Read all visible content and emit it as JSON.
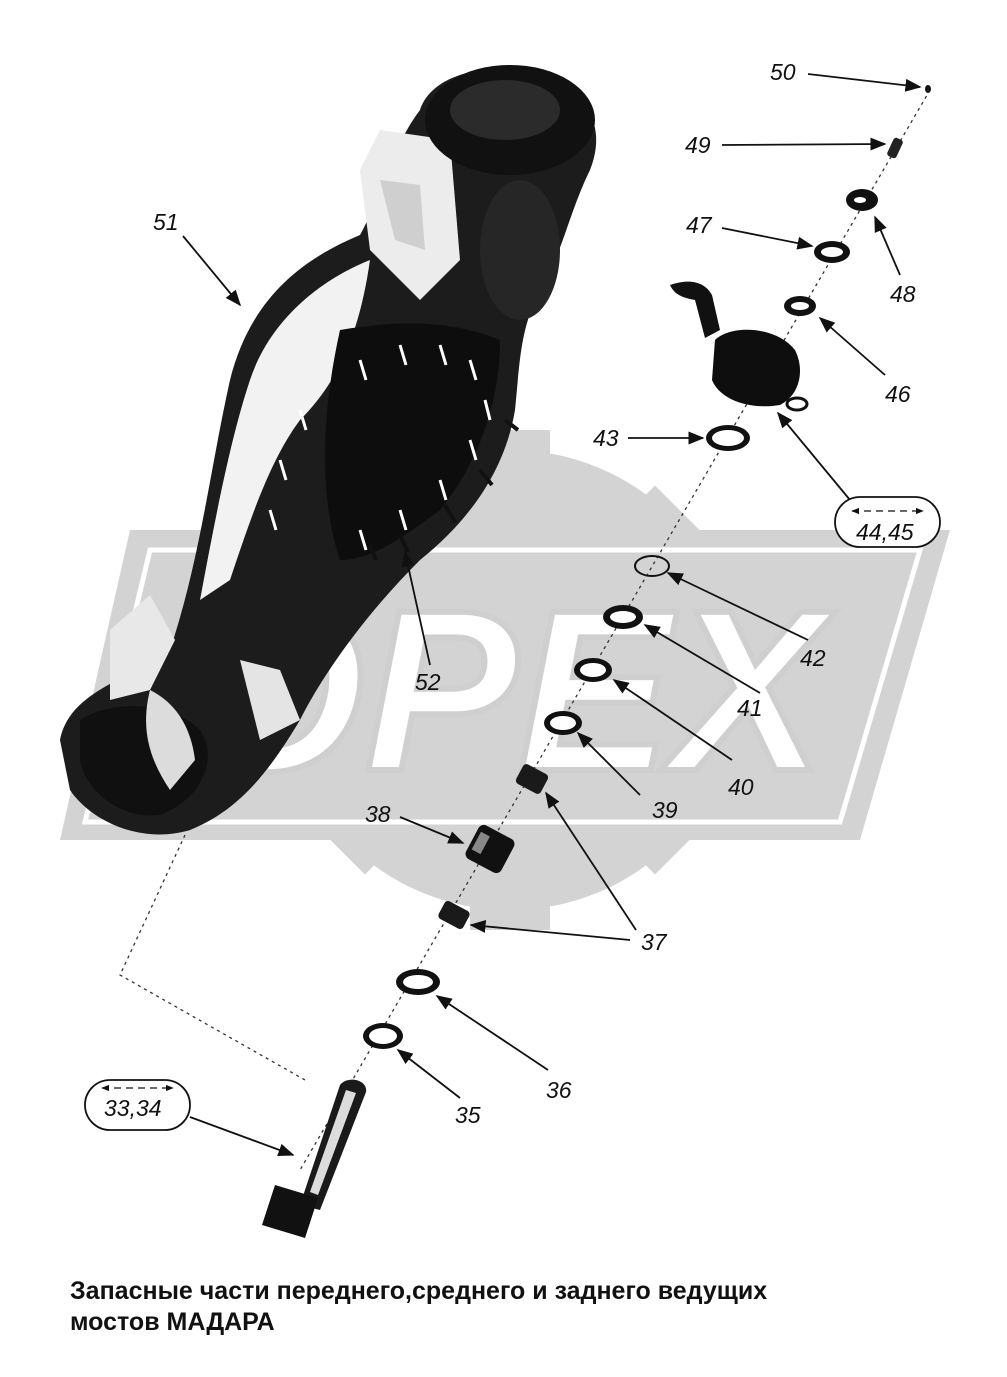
{
  "watermark": {
    "text": "OPEX",
    "color": "#d3d3d3"
  },
  "callouts": {
    "c50": "50",
    "c49": "49",
    "c47": "47",
    "c48": "48",
    "c46": "46",
    "c43": "43",
    "c4445": "44,45",
    "c42": "42",
    "c41": "41",
    "c40": "40",
    "c39": "39",
    "c38": "38",
    "c37": "37",
    "c36": "36",
    "c35": "35",
    "c3334": "33,34",
    "c51": "51",
    "c52": "52"
  },
  "caption": {
    "line1": "Запасные части переднего,среднего и заднего ведущих",
    "line2": "мостов МАДАРА"
  }
}
